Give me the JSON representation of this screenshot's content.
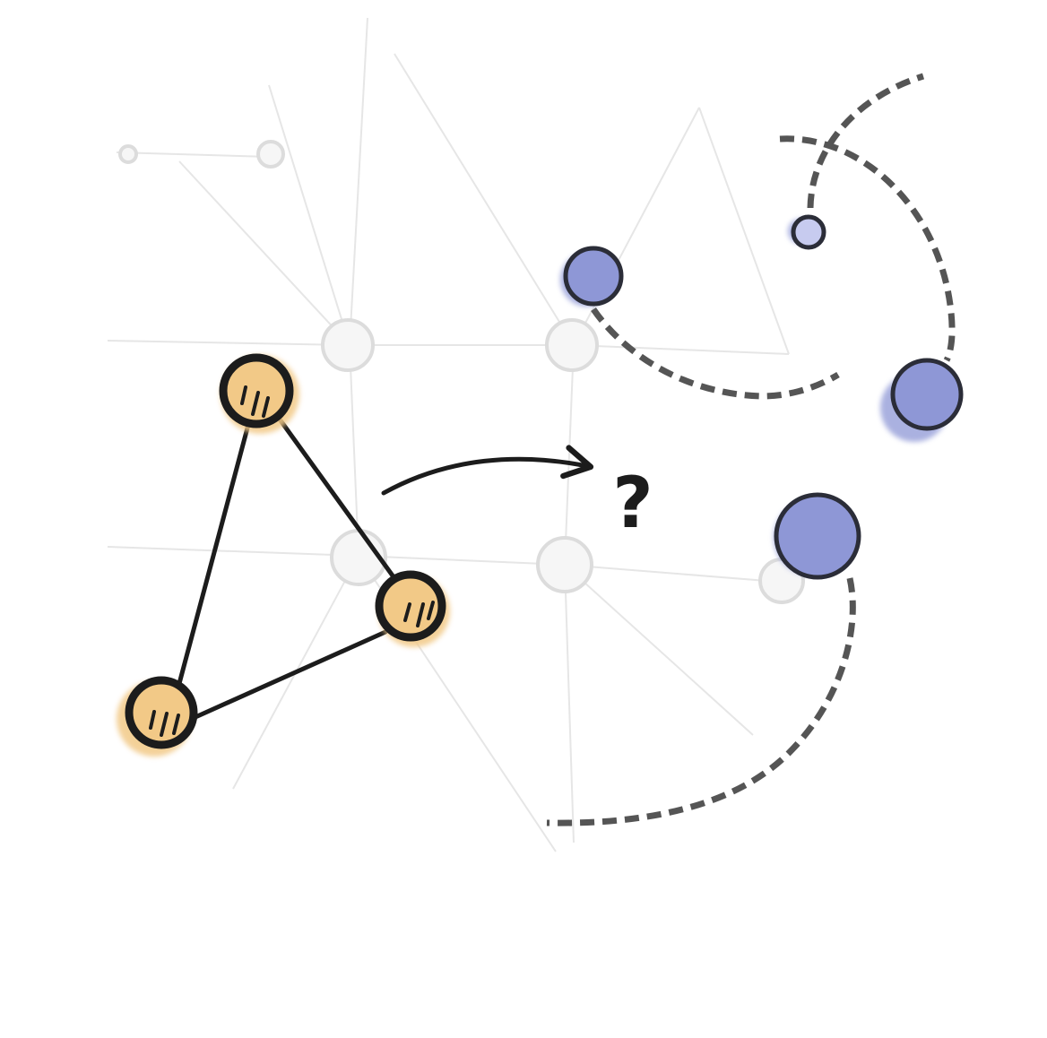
{
  "diagram": {
    "colors": {
      "ink": "#1c1c1c",
      "faint_line": "#e6e6e6",
      "faint_node_fill": "#f6f6f6",
      "faint_node_stroke": "#dcdcdc",
      "source_fill": "#f2c987",
      "target_fill": "#8e97d6",
      "target_stroke": "#2b2d38",
      "dashed_arc": "#555555"
    },
    "labels": {
      "question_mark": "?"
    },
    "source_triangle": {
      "nodes": [
        "node-a",
        "node-b",
        "node-c"
      ],
      "edges": [
        [
          "node-a",
          "node-b"
        ],
        [
          "node-a",
          "node-c"
        ],
        [
          "node-c",
          "node-b"
        ]
      ]
    },
    "target_nodes": [
      "target-1",
      "target-2",
      "target-3",
      "target-4"
    ]
  }
}
